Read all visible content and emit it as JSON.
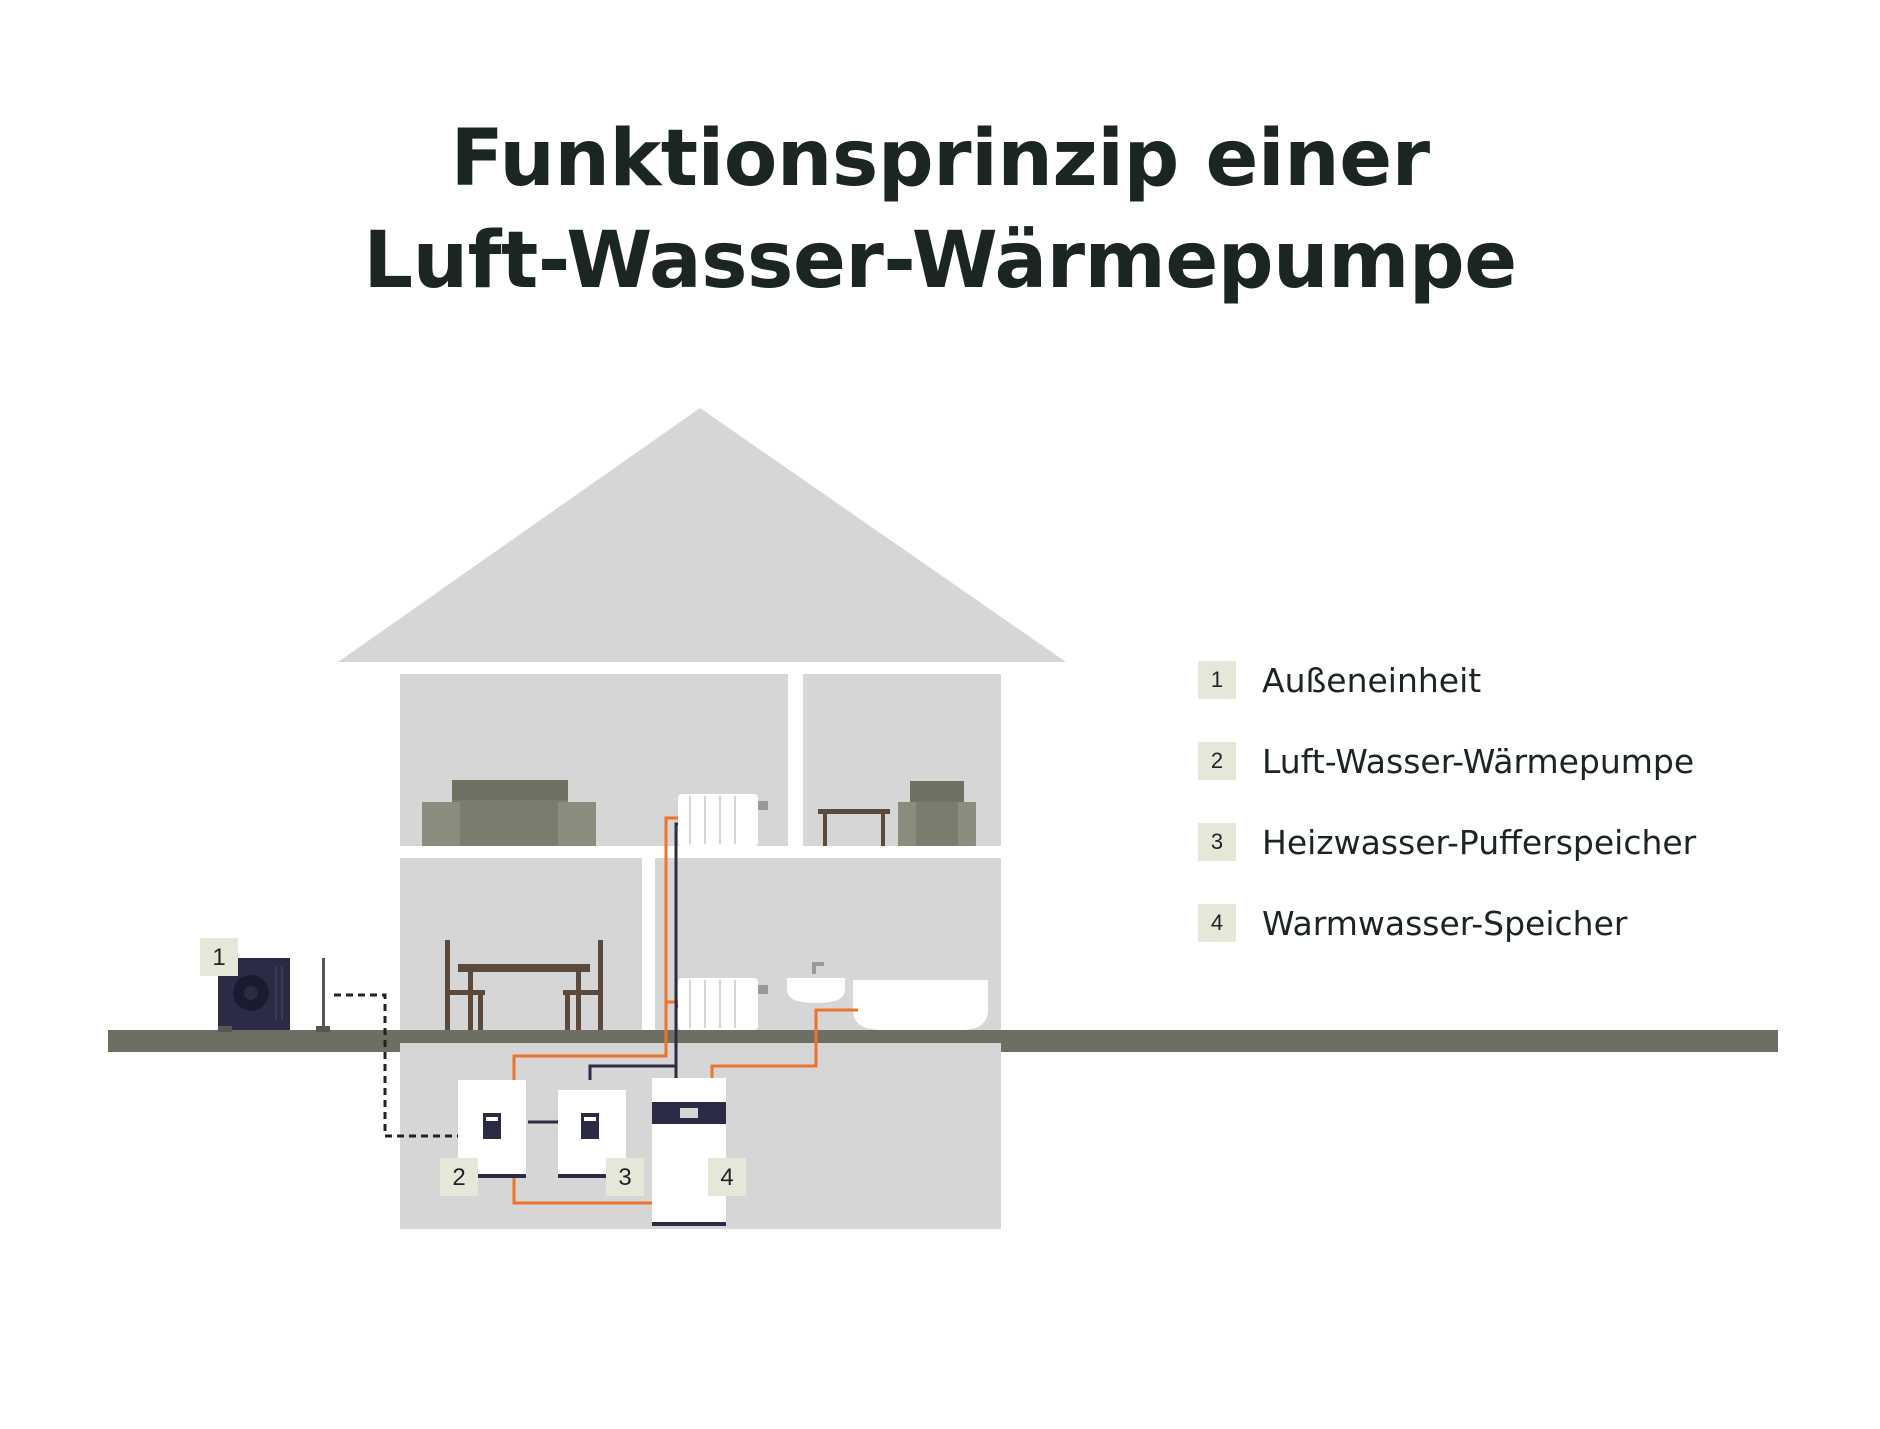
{
  "title": {
    "line1": "Funktionsprinzip einer",
    "line2": "Luft-Wasser-Wärmepumpe"
  },
  "components": [
    {
      "number": "1",
      "label": "Außeneinheit"
    },
    {
      "number": "2",
      "label": "Luft-Wasser-Wärmepumpe"
    },
    {
      "number": "3",
      "label": "Heizwasser-Pufferspeicher"
    },
    {
      "number": "4",
      "label": "Warmwasser-Speicher"
    }
  ],
  "colors": {
    "house": "#d6d6d6",
    "ground": "#6e6f63",
    "furniture": "#7a7d6d",
    "wood": "#5b4a3b",
    "hot_pipe": "#e9752f",
    "cold_pipe": "#2c2b45",
    "badge": "#e6e6d9",
    "text": "#1b2521"
  }
}
